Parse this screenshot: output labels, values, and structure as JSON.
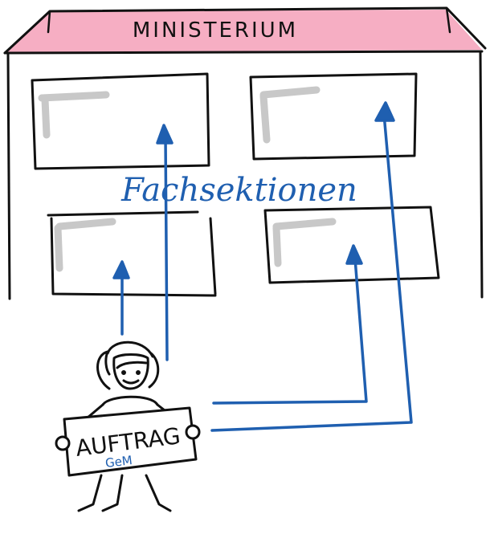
{
  "building": {
    "title": "MINISTERIUM",
    "label": "Fachsektionen"
  },
  "sign": {
    "text": "AUFTRAG",
    "subtext": "GeM"
  },
  "colors": {
    "ink": "#111111",
    "arrow_blue": "#1f5fb0",
    "roof_pink": "#f08aa8",
    "shadow_grey": "#c8c8c8"
  },
  "icons": {
    "person": "person-icon",
    "arrow": "arrow-up-icon"
  }
}
